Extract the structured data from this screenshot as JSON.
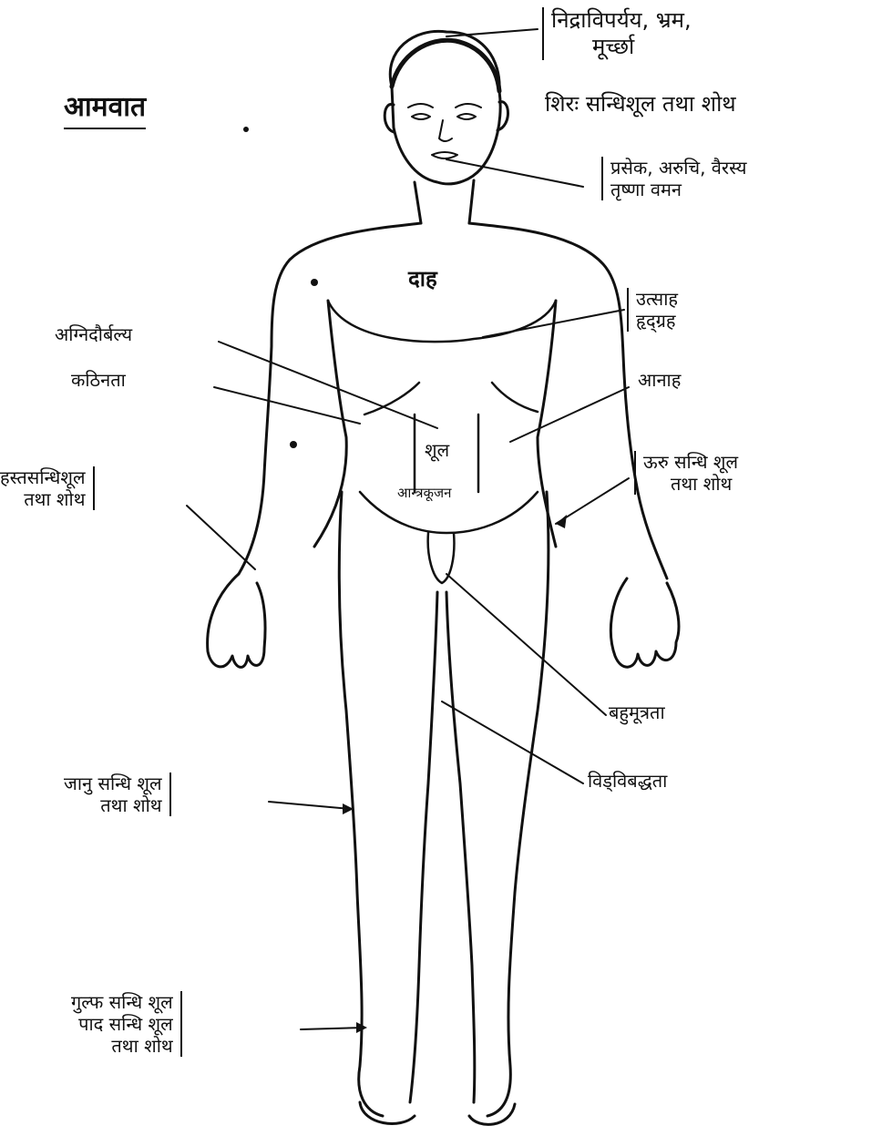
{
  "title": "आमवात",
  "labels": {
    "nidra": [
      "निद्राविपर्यय, भ्रम,",
      "मूर्च्छा"
    ],
    "shira": "शिरः सन्धिशूल तथा शोथ",
    "praseka": [
      "प्रसेक, अरुचि, वैरस्य",
      "तृष्णा वमन"
    ],
    "daha": "दाह",
    "utsaha": [
      "उत्साह",
      "हृद्ग्रह"
    ],
    "agni": "अग्निदौर्बल्य",
    "kathina": "कठिनता",
    "anaha": "आनाह",
    "shula": "शूल",
    "antrakujan": "आन्त्रकूजन",
    "hasta": [
      "हस्तसन्धिशूल",
      "तथा शोथ"
    ],
    "uru": [
      "ऊरु सन्धि शूल",
      "तथा शोथ"
    ],
    "bahumutra": "बहुमूत्रता",
    "vid": "विड्विबद्धता",
    "janu": [
      "जानु सन्धि शूल",
      "तथा शोथ"
    ],
    "gulpha": [
      "गुल्फ सन्धि शूल",
      "पाद सन्धि शूल",
      "तथा शोथ"
    ]
  }
}
